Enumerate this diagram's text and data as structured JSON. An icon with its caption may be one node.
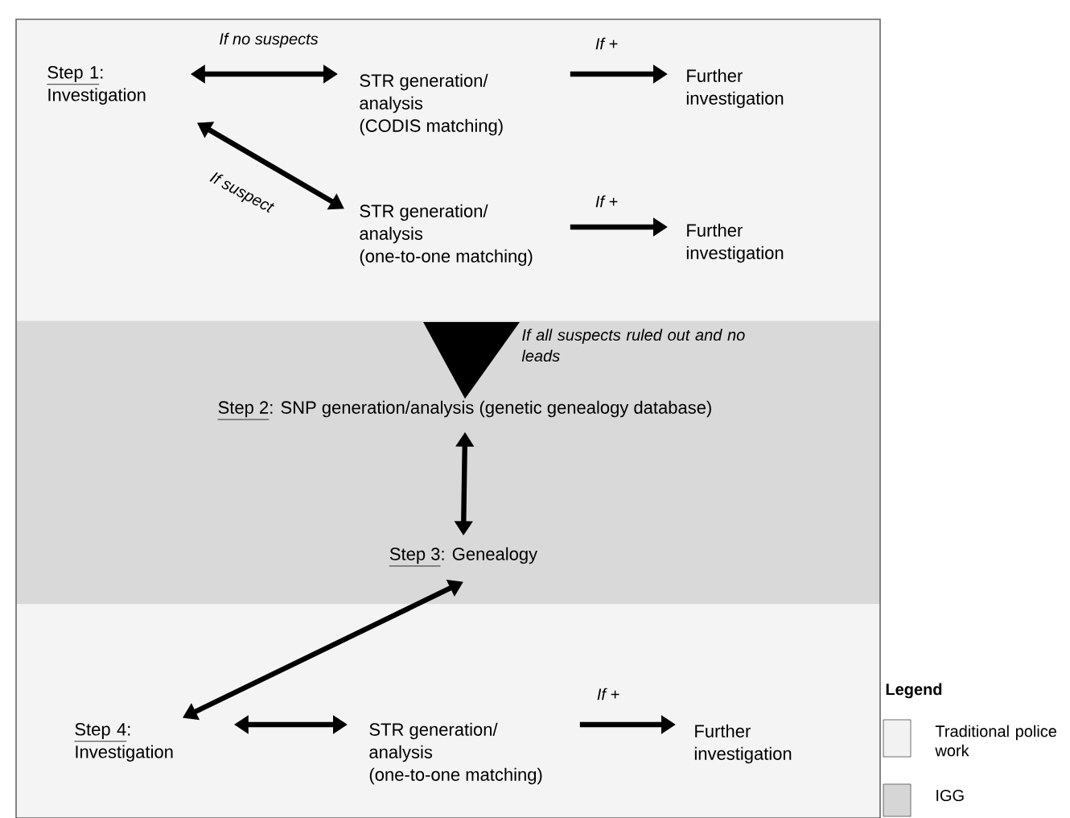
{
  "diagram": {
    "nodes": [
      {
        "text": [],
        "shape": "band"
      },
      {
        "text": [],
        "shape": "band"
      },
      {
        "text": [],
        "shape": "band"
      },
      {
        "text": [
          "Step 1",
          ": Investigation"
        ],
        "in": 0
      },
      {
        "text": [
          "STR generation/ analysis (CODIS matching)"
        ],
        "in": 0
      },
      {
        "text": [
          "Further investigation"
        ],
        "in": 0
      },
      {
        "text": [
          "STR generation/ analysis (one-to-one matching)"
        ],
        "in": 0
      },
      {
        "text": [
          "Further investigation"
        ],
        "in": 0
      },
      {
        "text": [
          "Step 2",
          ": SNP generation/analysis (genetic genealogy database)"
        ],
        "in": 1
      },
      {
        "text": [
          "Step 3",
          ": Genealogy"
        ],
        "in": 1
      },
      {
        "text": [
          "Step 4",
          ": Investigation"
        ],
        "in": 2
      },
      {
        "text": [
          "STR generation/ analysis (one-to-one matching)"
        ],
        "in": 2
      },
      {
        "text": [
          "Further investigation"
        ],
        "in": 2
      }
    ],
    "edges": [
      {
        "from": 3,
        "to": 4,
        "arrow": "both",
        "label": "If no suspects"
      },
      {
        "from": 4,
        "to": 5,
        "arrow": "to",
        "label": "If +"
      },
      {
        "from": 3,
        "to": 6,
        "arrow": "both",
        "label": "If suspect"
      },
      {
        "from": 6,
        "to": 7,
        "arrow": "to",
        "label": "If +"
      },
      {
        "from": null,
        "to": 8,
        "arrow": "to",
        "label": "If all suspects ruled out and no leads"
      },
      {
        "from": 8,
        "to": 9,
        "arrow": "both"
      },
      {
        "from": 9,
        "to": 10,
        "arrow": "both"
      },
      {
        "from": 10,
        "to": 11,
        "arrow": "both"
      },
      {
        "from": 11,
        "to": 12,
        "arrow": "to",
        "label": "If +"
      }
    ],
    "labels": [
      "Legend"
    ],
    "legend": [
      {
        "text": "Traditional police work",
        "color": "#f2f2f2"
      },
      {
        "text": "IGG",
        "color": "#d6d6d6"
      }
    ]
  }
}
